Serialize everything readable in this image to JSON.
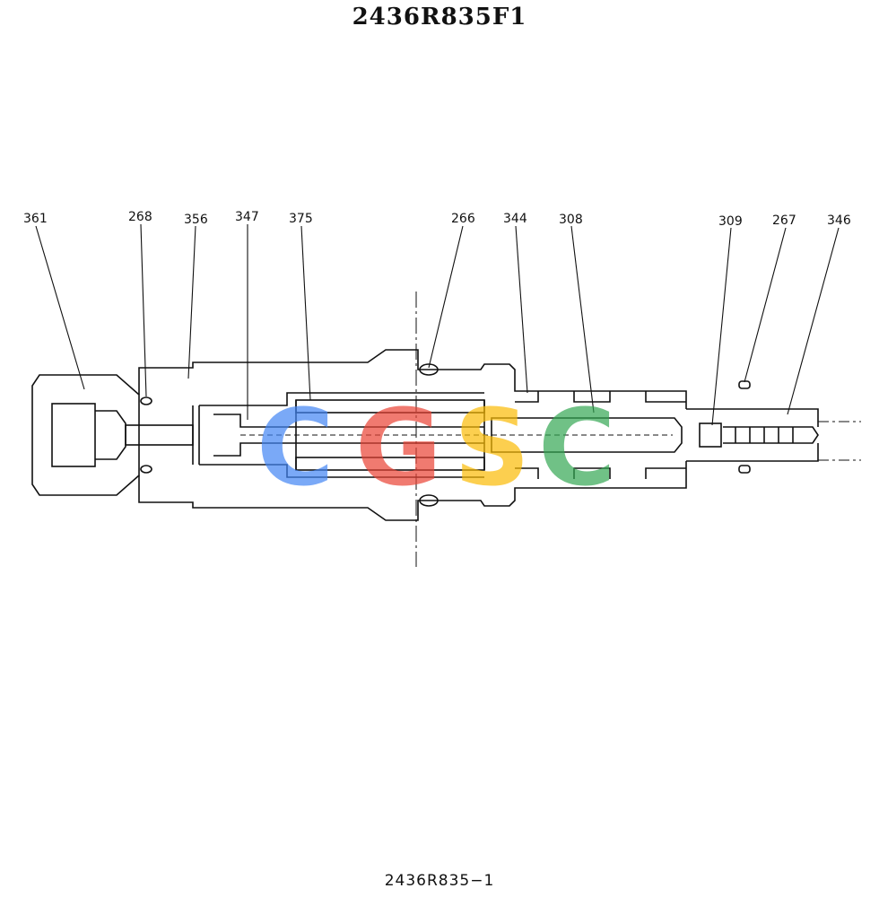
{
  "title": "2436R835F1",
  "footer": "2436R835−1",
  "watermark": {
    "letters": [
      "C",
      "G",
      "S",
      "C"
    ],
    "colors": [
      "#4285f4",
      "#ea4335",
      "#fbbc05",
      "#34a853"
    ]
  },
  "part_labels": [
    {
      "id": "361"
    },
    {
      "id": "268"
    },
    {
      "id": "356"
    },
    {
      "id": "347"
    },
    {
      "id": "375"
    },
    {
      "id": "266"
    },
    {
      "id": "344"
    },
    {
      "id": "308"
    },
    {
      "id": "309"
    },
    {
      "id": "267"
    },
    {
      "id": "346"
    }
  ]
}
